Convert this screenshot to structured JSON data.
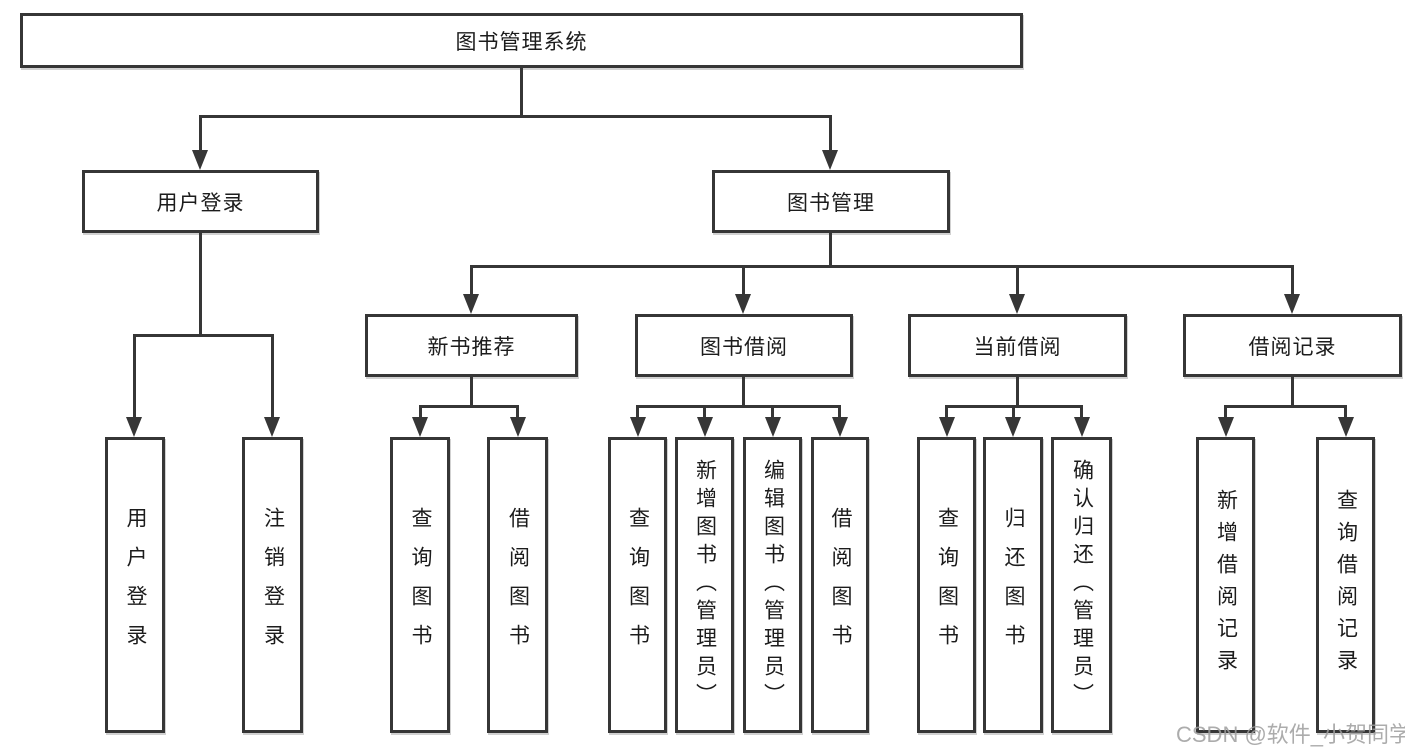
{
  "tree": {
    "root": {
      "label": "图书管理系统"
    },
    "branches": [
      {
        "label": "用户登录",
        "children": [
          {
            "label": "用户登录"
          },
          {
            "label": "注销登录"
          }
        ]
      },
      {
        "label": "图书管理",
        "children": [
          {
            "label": "新书推荐",
            "children": [
              {
                "label": "查询图书"
              },
              {
                "label": "借阅图书"
              }
            ]
          },
          {
            "label": "图书借阅",
            "children": [
              {
                "label": "查询图书"
              },
              {
                "label": "新增图书（管理员）"
              },
              {
                "label": "编辑图书（管理员）"
              },
              {
                "label": "借阅图书"
              }
            ]
          },
          {
            "label": "当前借阅",
            "children": [
              {
                "label": "查询图书"
              },
              {
                "label": "归还图书"
              },
              {
                "label": "确认归还（管理员）"
              }
            ]
          },
          {
            "label": "借阅记录",
            "children": [
              {
                "label": "新增借阅记录"
              },
              {
                "label": "查询借阅记录"
              }
            ]
          }
        ]
      }
    ]
  },
  "style": {
    "line_color": "#363636",
    "box_fill": "#ffffff",
    "watermark_color": "#9e9e9e"
  },
  "watermark": "CSDN @软件_小贺同学"
}
